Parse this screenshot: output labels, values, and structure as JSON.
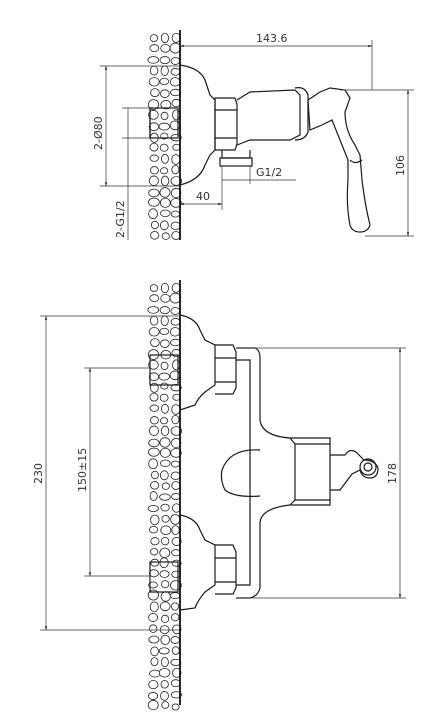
{
  "top_view": {
    "dims": {
      "width": "143.6",
      "height": "106",
      "flange": "2-Ø80",
      "thread": "2-G1/2",
      "depth": "40",
      "outlet": "G1/2"
    }
  },
  "front_view": {
    "dims": {
      "total_height": "230",
      "centers": "150±15",
      "body_height": "178"
    }
  },
  "colors": {
    "line": "#1a1a1a",
    "dimension": "#333333",
    "background": "#ffffff"
  }
}
